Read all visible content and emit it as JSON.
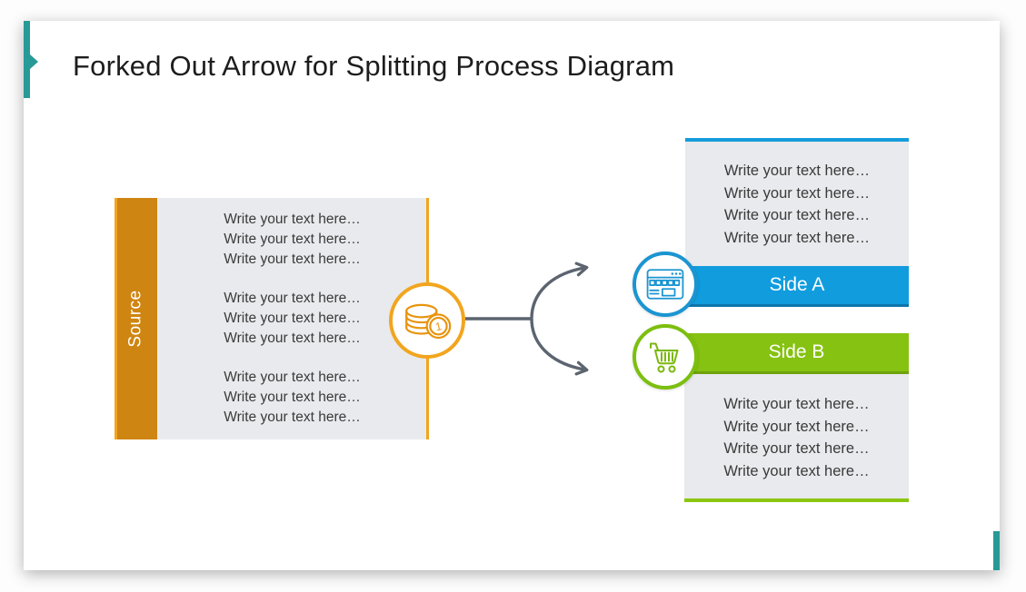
{
  "title": "Forked Out Arrow for Splitting Process Diagram",
  "source_box": {
    "label": "Source",
    "groups": [
      [
        "Write your text here…",
        "Write your text here…",
        "Write your text here…"
      ],
      [
        "Write your text here…",
        "Write your text here…",
        "Write your text here…"
      ],
      [
        "Write your text here…",
        "Write your text here…",
        "Write your text here…"
      ]
    ]
  },
  "side_a": {
    "label": "Side A",
    "lines": [
      "Write your text here…",
      "Write your text here…",
      "Write your text here…",
      "Write your text here…"
    ]
  },
  "side_b": {
    "label": "Side B",
    "lines": [
      "Write your text here…",
      "Write your text here…",
      "Write your text here…",
      "Write your text here…"
    ]
  },
  "icons": {
    "source_node": "coins-icon",
    "side_a": "browser-window-icon",
    "side_b": "shopping-cart-icon",
    "slide_accent": "chevron-right-marker"
  },
  "colors": {
    "orange_bar": "#CF8511",
    "orange_accent": "#F2A51E",
    "blue_band": "#119CDD",
    "blue_dark_edge": "#0E76AC",
    "green_band": "#85C211",
    "green_dark_edge": "#6FA30B",
    "panel_gray": "#E8EAED",
    "connector_gray": "#5C6470",
    "teal_accent": "#279A98"
  }
}
